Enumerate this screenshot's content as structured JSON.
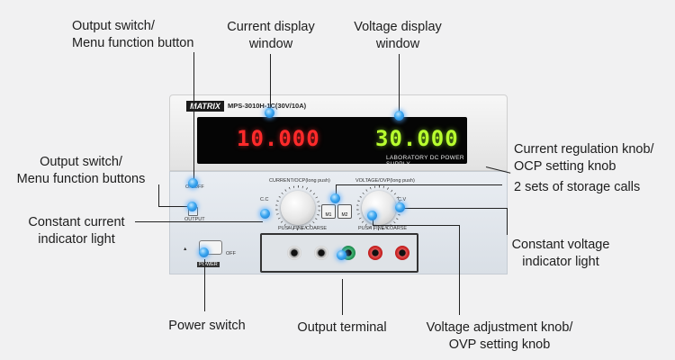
{
  "callouts": {
    "output_switch_button": [
      "Output switch/",
      "Menu function button"
    ],
    "current_display": [
      "Current display",
      "window"
    ],
    "voltage_display": [
      "Voltage display",
      "window"
    ],
    "current_knob": [
      "Current regulation knob/",
      "OCP setting knob"
    ],
    "output_switch_buttons": [
      "Output switch/",
      "Menu function buttons"
    ],
    "storage_calls": [
      "2 sets of storage calls"
    ],
    "cc_light": [
      "Constant current",
      "indicator light"
    ],
    "cv_light": [
      "Constant voltage",
      "indicator light"
    ],
    "power_switch": [
      "Power switch"
    ],
    "output_terminal": [
      "Output terminal"
    ],
    "voltage_knob": [
      "Voltage adjustment knob/",
      "OVP setting knob"
    ]
  },
  "device": {
    "brand": "MATRIX",
    "model": "MPS-3010H-1C(30V/10A)",
    "current_reading": "10.000",
    "voltage_reading": "30.000",
    "front_caption": "LABORATORY DC POWER SUPPLY",
    "on_off": "ON/OFF",
    "output": "OUTPUT",
    "cc": "C.C",
    "cv": "C.V",
    "current_knob_label": "CURRENT/OCP(long push)",
    "voltage_knob_label": "VOLTAGE/OVP(long push)",
    "push_fine_coarse": "PUSH FINE/COARSE",
    "m1": "M1",
    "m2": "M2",
    "off": "OFF",
    "power": "POWER"
  },
  "colors": {
    "current_digits": "#ff2a2a",
    "voltage_digits": "#b8ff2e",
    "callout_dot": "#3aa6f0"
  }
}
